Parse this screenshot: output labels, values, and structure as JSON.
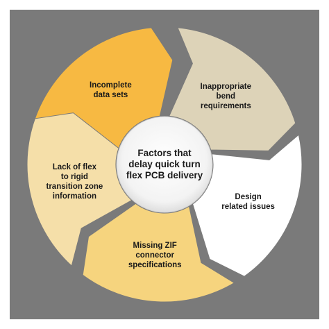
{
  "center": {
    "title": "Factors that\ndelay quick turn\nflex PCB delivery"
  },
  "segments": [
    {
      "id": "incomplete-data-sets",
      "label": "Incomplete\ndata sets",
      "color": "#f7b942"
    },
    {
      "id": "inappropriate-bend-requirements",
      "label": "Inappropriate\nbend\nrequirements",
      "color": "#ddd3b8"
    },
    {
      "id": "design-related-issues",
      "label": "Design\nrelated issues",
      "color": "#ffffff"
    },
    {
      "id": "missing-zif-connector-specifications",
      "label": "Missing ZIF\nconnector\nspecifications",
      "color": "#f6d47e"
    },
    {
      "id": "lack-of-flex-to-rigid-transition-zone-information",
      "label": "Lack of flex\nto rigid\ntransition zone\ninformation",
      "color": "#f5dfa9"
    }
  ],
  "colors": {
    "background": "#7a7a7a",
    "hub": "#f2f2f2"
  }
}
